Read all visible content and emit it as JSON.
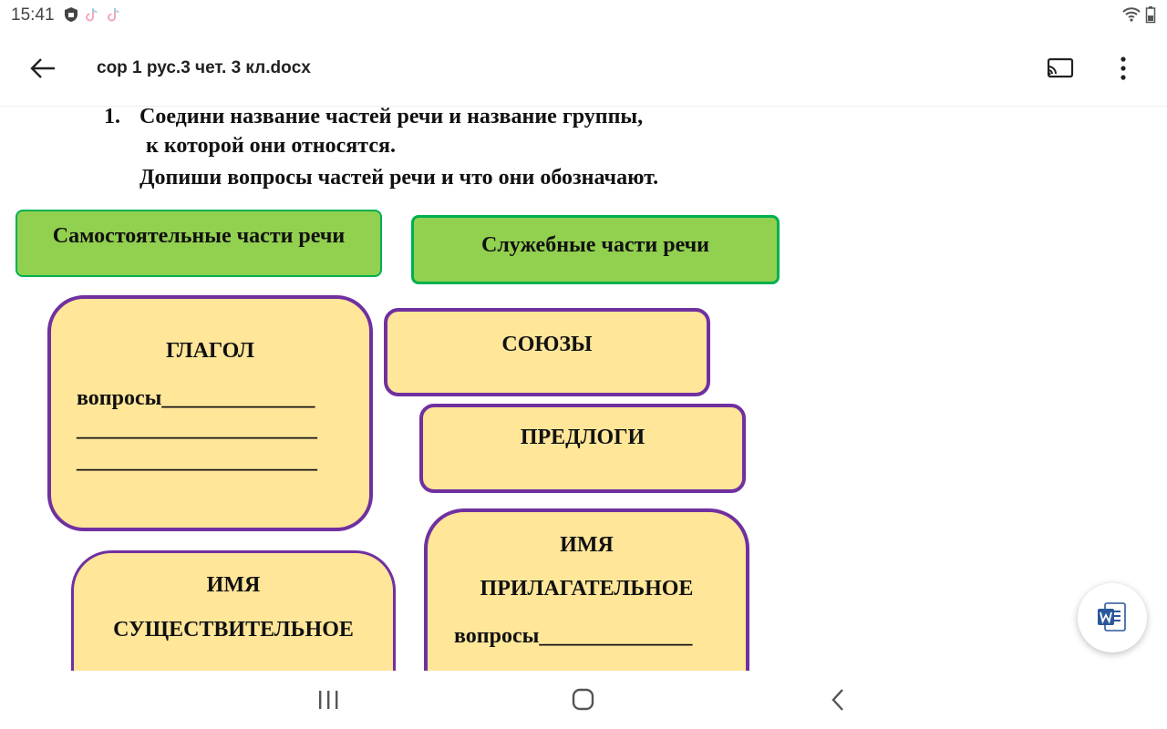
{
  "status_bar": {
    "time": "15:41",
    "icons_left": [
      "shield-icon",
      "tiktok-icon",
      "tiktok-icon"
    ],
    "icons_right": [
      "wifi-icon",
      "battery-icon"
    ]
  },
  "app_bar": {
    "title": "сор 1 рус.3 чет. 3 кл.docx",
    "icons": [
      "back-arrow-icon",
      "cast-icon",
      "more-vert-icon"
    ]
  },
  "document": {
    "task": {
      "number": "1.",
      "line1": "Соедини название частей речи и название группы,",
      "line2": "к которой они относятся.",
      "line3": "Допиши вопросы частей речи и что они обозначают."
    },
    "groups": [
      {
        "label": "Самостоятельные части речи"
      },
      {
        "label": "Служебные части речи"
      }
    ],
    "cards": {
      "verb": {
        "title": "ГЛАГОЛ",
        "line1": "вопросы______________",
        "line2": "______________________",
        "line3": "______________________"
      },
      "conjunctions": {
        "title": "СОЮЗЫ"
      },
      "prepositions": {
        "title": "ПРЕДЛОГИ"
      },
      "adjective": {
        "title1": "ИМЯ",
        "title2": "ПРИЛАГАТЕЛЬНОЕ",
        "line1": "вопросы______________"
      },
      "noun": {
        "title1": "ИМЯ",
        "title2": "СУЩЕСТВИТЕЛЬНОЕ"
      }
    },
    "colors": {
      "group_fill": "#92d050",
      "group_border": "#00b050",
      "card_fill": "#ffe699",
      "card_border": "#7030a0"
    }
  },
  "fab": {
    "icon": "word-icon"
  },
  "nav_bar": {
    "icons": [
      "recents-icon",
      "home-icon",
      "back-icon"
    ]
  }
}
